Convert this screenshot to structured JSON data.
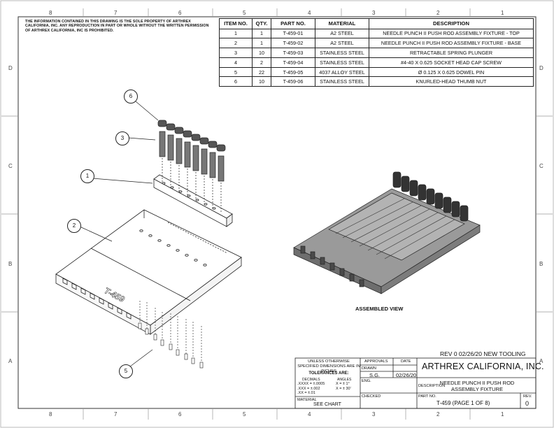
{
  "zones": {
    "columns": [
      "8",
      "7",
      "6",
      "5",
      "4",
      "3",
      "2",
      "1"
    ],
    "rows": [
      "D",
      "C",
      "B",
      "A"
    ]
  },
  "notice": "THE INFORMATION CONTAINED IN THIS DRAWING IS THE SOLE PROPERTY OF ARTHREX CALIFORNIA, INC.  ANY REPRODUCTION IN PART OR WHOLE WITHOUT THE WRITTEN PERMISSION OF ARTHREX CALIFORNIA, INC IS PROHIBITED.",
  "bom": {
    "headers": [
      "ITEM NO.",
      "QTY.",
      "PART NO.",
      "MATERIAL",
      "DESCRIPTION"
    ],
    "rows": [
      {
        "item": "1",
        "qty": "1",
        "part": "T-459-01",
        "material": "A2 STEEL",
        "description": "NEEDLE PUNCH II PUSH ROD ASSEMBLY FIXTURE - TOP"
      },
      {
        "item": "2",
        "qty": "1",
        "part": "T-459-02",
        "material": "A2 STEEL",
        "description": "NEEDLE PUNCH II PUSH ROD ASSEMBLY FIXTURE - BASE"
      },
      {
        "item": "3",
        "qty": "10",
        "part": "T-459-03",
        "material": "STAINLESS STEEL",
        "description": "RETRACTABLE SPRING PLUNGER"
      },
      {
        "item": "4",
        "qty": "2",
        "part": "T-459-04",
        "material": "STAINLESS STEEL",
        "description": "#4-40 X 0.625 SOCKET HEAD CAP SCREW"
      },
      {
        "item": "5",
        "qty": "22",
        "part": "T-459-05",
        "material": "4037 ALLOY STEEL",
        "description": "Ø 0.125 X 0.625 DOWEL PIN"
      },
      {
        "item": "6",
        "qty": "10",
        "part": "T-459-06",
        "material": "STAINLESS STEEL",
        "description": "KNURLED-HEAD THUMB NUT"
      }
    ]
  },
  "balloons": [
    "6",
    "3",
    "1",
    "2",
    "5"
  ],
  "view_label": "ASSEMBLED VIEW",
  "revision_note": "REV 0  02/26/20 NEW TOOLING",
  "title_block": {
    "unless_specified": "UNLESS OTHERWISE SPECIFIED DIMENSIONS ARE IN INCHES",
    "tolerances_title": "TOLERANCES ARE:",
    "decimals_label": "DECIMALS",
    "angles_label": "ANGLES",
    "decimal_tolerances": [
      ".XXXX = ±.0005",
      ".XXX  = ±.002",
      ".XX   = ±.01"
    ],
    "angle_tolerances": [
      "X = ± 1°",
      "X = ± 30'"
    ],
    "material_label": "MATERIAL",
    "material_value": "SEE CHART",
    "approvals_label": "APPROVALS",
    "date_label": "DATE",
    "drawn_label": "DRAWN",
    "drawn_by": "S.G.",
    "drawn_date": "02/26/20",
    "eng_label": "ENG.",
    "checked_label": "CHECKED",
    "company": "ARTHREX CALIFORNIA, INC.",
    "description_label": "DESCRIPTION",
    "description_lines": [
      "NEEDLE PUNCH II PUSH ROD",
      "ASSEMBLY FIXTURE"
    ],
    "part_no_label": "PART NO.",
    "part_no": "T-459 (PAGE 1 OF 8)",
    "rev_label": "REV.",
    "rev_value": "0"
  }
}
